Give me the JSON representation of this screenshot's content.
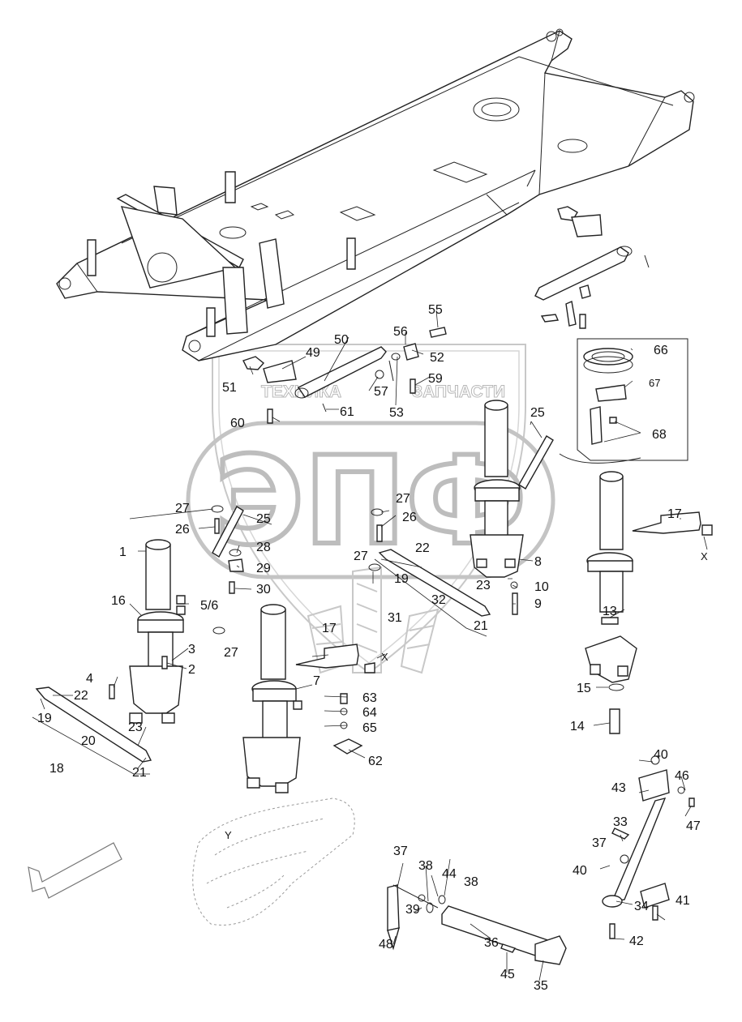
{
  "watermark": {
    "left_text": "ТЕХНИКА",
    "right_text": "ЗАПЧАСТИ",
    "logo_text": "ЭПФ"
  },
  "callouts": [
    {
      "id": "c1",
      "text": "1"
    },
    {
      "id": "c2",
      "text": "2"
    },
    {
      "id": "c3",
      "text": "3"
    },
    {
      "id": "c4",
      "text": "4"
    },
    {
      "id": "c56",
      "text": "5/6"
    },
    {
      "id": "c7",
      "text": "7"
    },
    {
      "id": "c8",
      "text": "8"
    },
    {
      "id": "c9",
      "text": "9"
    },
    {
      "id": "c10",
      "text": "10"
    },
    {
      "id": "c13",
      "text": "13"
    },
    {
      "id": "c14",
      "text": "14"
    },
    {
      "id": "c15",
      "text": "15"
    },
    {
      "id": "c16",
      "text": "16"
    },
    {
      "id": "c17a",
      "text": "17"
    },
    {
      "id": "c17b",
      "text": "17"
    },
    {
      "id": "c18",
      "text": "18"
    },
    {
      "id": "c19a",
      "text": "19"
    },
    {
      "id": "c19b",
      "text": "19"
    },
    {
      "id": "c20",
      "text": "20"
    },
    {
      "id": "c21a",
      "text": "21"
    },
    {
      "id": "c21b",
      "text": "21"
    },
    {
      "id": "c22a",
      "text": "22"
    },
    {
      "id": "c22b",
      "text": "22"
    },
    {
      "id": "c23a",
      "text": "23"
    },
    {
      "id": "c23b",
      "text": "23"
    },
    {
      "id": "c25a",
      "text": "25"
    },
    {
      "id": "c25b",
      "text": "25"
    },
    {
      "id": "c26a",
      "text": "26"
    },
    {
      "id": "c26b",
      "text": "26"
    },
    {
      "id": "c27a",
      "text": "27"
    },
    {
      "id": "c27b",
      "text": "27"
    },
    {
      "id": "c27c",
      "text": "27"
    },
    {
      "id": "c27d",
      "text": "27"
    },
    {
      "id": "c28",
      "text": "28"
    },
    {
      "id": "c29",
      "text": "29"
    },
    {
      "id": "c30",
      "text": "30"
    },
    {
      "id": "c31",
      "text": "31"
    },
    {
      "id": "c32",
      "text": "32"
    },
    {
      "id": "c33",
      "text": "33"
    },
    {
      "id": "c34",
      "text": "34"
    },
    {
      "id": "c35",
      "text": "35"
    },
    {
      "id": "c36",
      "text": "36"
    },
    {
      "id": "c37a",
      "text": "37"
    },
    {
      "id": "c37b",
      "text": "37"
    },
    {
      "id": "c38a",
      "text": "38"
    },
    {
      "id": "c38b",
      "text": "38"
    },
    {
      "id": "c39",
      "text": "39"
    },
    {
      "id": "c40a",
      "text": "40"
    },
    {
      "id": "c40b",
      "text": "40"
    },
    {
      "id": "c41",
      "text": "41"
    },
    {
      "id": "c42",
      "text": "42"
    },
    {
      "id": "c43",
      "text": "43"
    },
    {
      "id": "c44",
      "text": "44"
    },
    {
      "id": "c45",
      "text": "45"
    },
    {
      "id": "c46",
      "text": "46"
    },
    {
      "id": "c47",
      "text": "47"
    },
    {
      "id": "c48",
      "text": "48"
    },
    {
      "id": "c49",
      "text": "49"
    },
    {
      "id": "c50",
      "text": "50"
    },
    {
      "id": "c51",
      "text": "51"
    },
    {
      "id": "c52",
      "text": "52"
    },
    {
      "id": "c53",
      "text": "53"
    },
    {
      "id": "c55",
      "text": "55"
    },
    {
      "id": "c56b",
      "text": "56"
    },
    {
      "id": "c57",
      "text": "57"
    },
    {
      "id": "c59",
      "text": "59"
    },
    {
      "id": "c60",
      "text": "60"
    },
    {
      "id": "c61",
      "text": "61"
    },
    {
      "id": "c62",
      "text": "62"
    },
    {
      "id": "c63",
      "text": "63"
    },
    {
      "id": "c64",
      "text": "64"
    },
    {
      "id": "c65",
      "text": "65"
    },
    {
      "id": "c66",
      "text": "66"
    },
    {
      "id": "c67",
      "text": "67"
    },
    {
      "id": "c68",
      "text": "68"
    },
    {
      "id": "cxa",
      "text": "X"
    },
    {
      "id": "cxb",
      "text": "X"
    },
    {
      "id": "cy",
      "text": "Y"
    }
  ]
}
